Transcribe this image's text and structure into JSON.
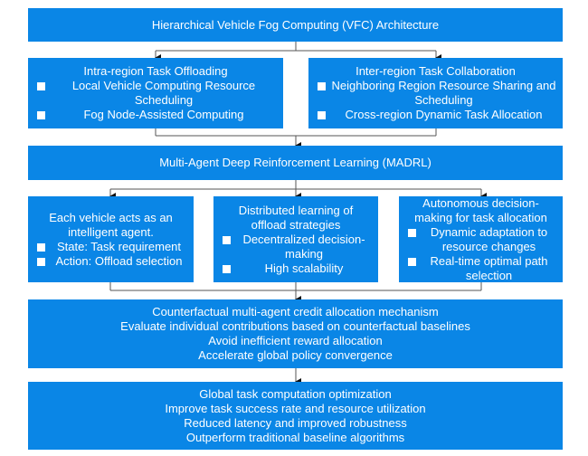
{
  "colors": {
    "box_fill": "#0a86e6",
    "text": "#ffffff",
    "connector": "#555555"
  },
  "top": {
    "title": "Hierarchical Vehicle Fog Computing (VFC) Architecture"
  },
  "layer2": [
    {
      "title": "Intra-region Task Offloading",
      "items": [
        "Local Vehicle Computing Resource Scheduling",
        "Fog Node-Assisted Computing"
      ]
    },
    {
      "title": "Inter-region Task Collaboration",
      "items": [
        "Neighboring Region Resource Sharing and Scheduling",
        "Cross-region Dynamic Task Allocation"
      ]
    }
  ],
  "madrl": {
    "title": "Multi-Agent Deep Reinforcement Learning (MADRL)"
  },
  "layer4": [
    {
      "title_lines": [
        "Each vehicle acts as an",
        "intelligent agent."
      ],
      "items": [
        "State: Task requirement",
        "Action: Offload selection"
      ]
    },
    {
      "title_lines": [
        "Distributed learning of",
        "offload strategies"
      ],
      "items": [
        "Decentralized decision-making",
        "High scalability"
      ]
    },
    {
      "title_lines": [
        "Autonomous decision-",
        "making for task allocation"
      ],
      "items": [
        "Dynamic adaptation to resource changes",
        "Real-time optimal path selection"
      ]
    }
  ],
  "credit": {
    "lines": [
      "Counterfactual multi-agent credit allocation mechanism",
      "Evaluate individual contributions based on counterfactual baselines",
      "Avoid inefficient reward allocation",
      "Accelerate global policy convergence"
    ]
  },
  "outcome": {
    "lines": [
      "Global task computation optimization",
      "Improve task success rate and resource utilization",
      "Reduced latency and improved robustness",
      "Outperform traditional baseline algorithms"
    ]
  }
}
